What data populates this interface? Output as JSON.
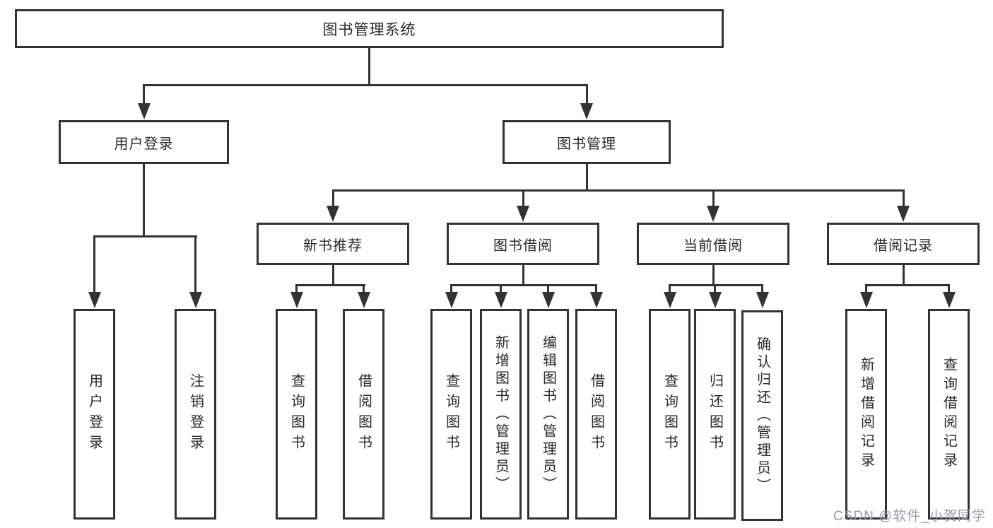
{
  "diagram_title": "图书管理系统",
  "tree": {
    "root": {
      "label": "图书管理系统",
      "children": [
        {
          "label": "用户登录",
          "children": [
            {
              "label": "用户登录"
            },
            {
              "label": "注销登录"
            }
          ]
        },
        {
          "label": "图书管理",
          "children": [
            {
              "label": "新书推荐",
              "children": [
                {
                  "label": "查询图书"
                },
                {
                  "label": "借阅图书"
                }
              ]
            },
            {
              "label": "图书借阅",
              "children": [
                {
                  "label": "查询图书"
                },
                {
                  "label": "新增图书（管理员）"
                },
                {
                  "label": "编辑图书（管理员）"
                },
                {
                  "label": "借阅图书"
                }
              ]
            },
            {
              "label": "当前借阅",
              "children": [
                {
                  "label": "查询图书"
                },
                {
                  "label": "归还图书"
                },
                {
                  "label": "确认归还（管理员）"
                }
              ]
            },
            {
              "label": "借阅记录",
              "children": [
                {
                  "label": "新增借阅记录"
                },
                {
                  "label": "查询借阅记录"
                }
              ]
            }
          ]
        }
      ]
    }
  },
  "watermark": {
    "text": "CSDN @软件_小贺同学"
  },
  "colors": {
    "line": "#333333",
    "box_border": "#333333",
    "text": "#2a2a2a",
    "watermark": "#959da3",
    "background": "#ffffff"
  }
}
